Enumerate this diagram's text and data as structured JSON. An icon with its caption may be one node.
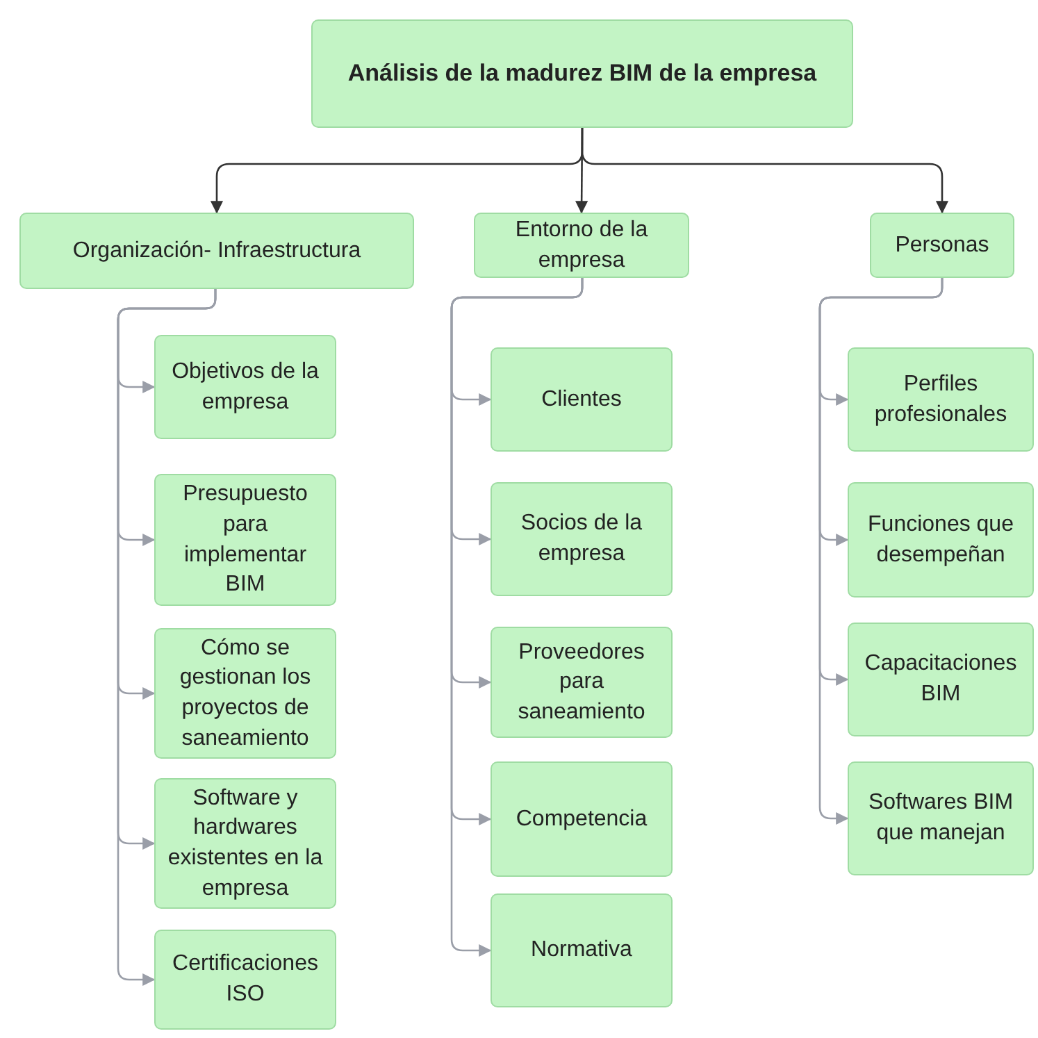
{
  "diagram": {
    "nodes": [
      {
        "text": [
          "Análisis de la madurez BIM de la empresa"
        ]
      },
      {
        "text": [
          "Organización- Infraestructura"
        ]
      },
      {
        "text": [
          "Entorno de la empresa"
        ]
      },
      {
        "text": [
          "Personas"
        ]
      },
      {
        "text": [
          "Objetivos de la empresa"
        ]
      },
      {
        "text": [
          "Presupuesto para implementar BIM"
        ]
      },
      {
        "text": [
          "Cómo se gestionan los proyectos de saneamiento"
        ]
      },
      {
        "text": [
          "Software y hardwares existentes en la empresa"
        ]
      },
      {
        "text": [
          "Certificaciones ISO"
        ]
      },
      {
        "text": [
          "Clientes"
        ]
      },
      {
        "text": [
          "Socios de la empresa"
        ]
      },
      {
        "text": [
          "Proveedores para saneamiento"
        ]
      },
      {
        "text": [
          "Competencia"
        ]
      },
      {
        "text": [
          "Normativa"
        ]
      },
      {
        "text": [
          "Perfiles profesionales"
        ]
      },
      {
        "text": [
          "Funciones que desempeñan"
        ]
      },
      {
        "text": [
          "Capacitaciones BIM"
        ]
      },
      {
        "text": [
          "Softwares BIM que manejan"
        ]
      }
    ],
    "edges": [
      {
        "from": 0,
        "to": 1,
        "arrow": "to",
        "color": "#333333"
      },
      {
        "from": 0,
        "to": 2,
        "arrow": "to",
        "color": "#333333"
      },
      {
        "from": 0,
        "to": 3,
        "arrow": "to",
        "color": "#333333"
      },
      {
        "from": 1,
        "to": 4,
        "arrow": "to"
      },
      {
        "from": 1,
        "to": 5,
        "arrow": "to"
      },
      {
        "from": 1,
        "to": 6,
        "arrow": "to"
      },
      {
        "from": 1,
        "to": 7,
        "arrow": "to"
      },
      {
        "from": 1,
        "to": 8,
        "arrow": "to"
      },
      {
        "from": 2,
        "to": 9,
        "arrow": "to"
      },
      {
        "from": 2,
        "to": 10,
        "arrow": "to"
      },
      {
        "from": 2,
        "to": 11,
        "arrow": "to"
      },
      {
        "from": 2,
        "to": 12,
        "arrow": "to"
      },
      {
        "from": 2,
        "to": 13,
        "arrow": "to"
      },
      {
        "from": 3,
        "to": 14,
        "arrow": "to"
      },
      {
        "from": 3,
        "to": 15,
        "arrow": "to"
      },
      {
        "from": 3,
        "to": 16,
        "arrow": "to"
      },
      {
        "from": 3,
        "to": 17,
        "arrow": "to"
      }
    ]
  }
}
